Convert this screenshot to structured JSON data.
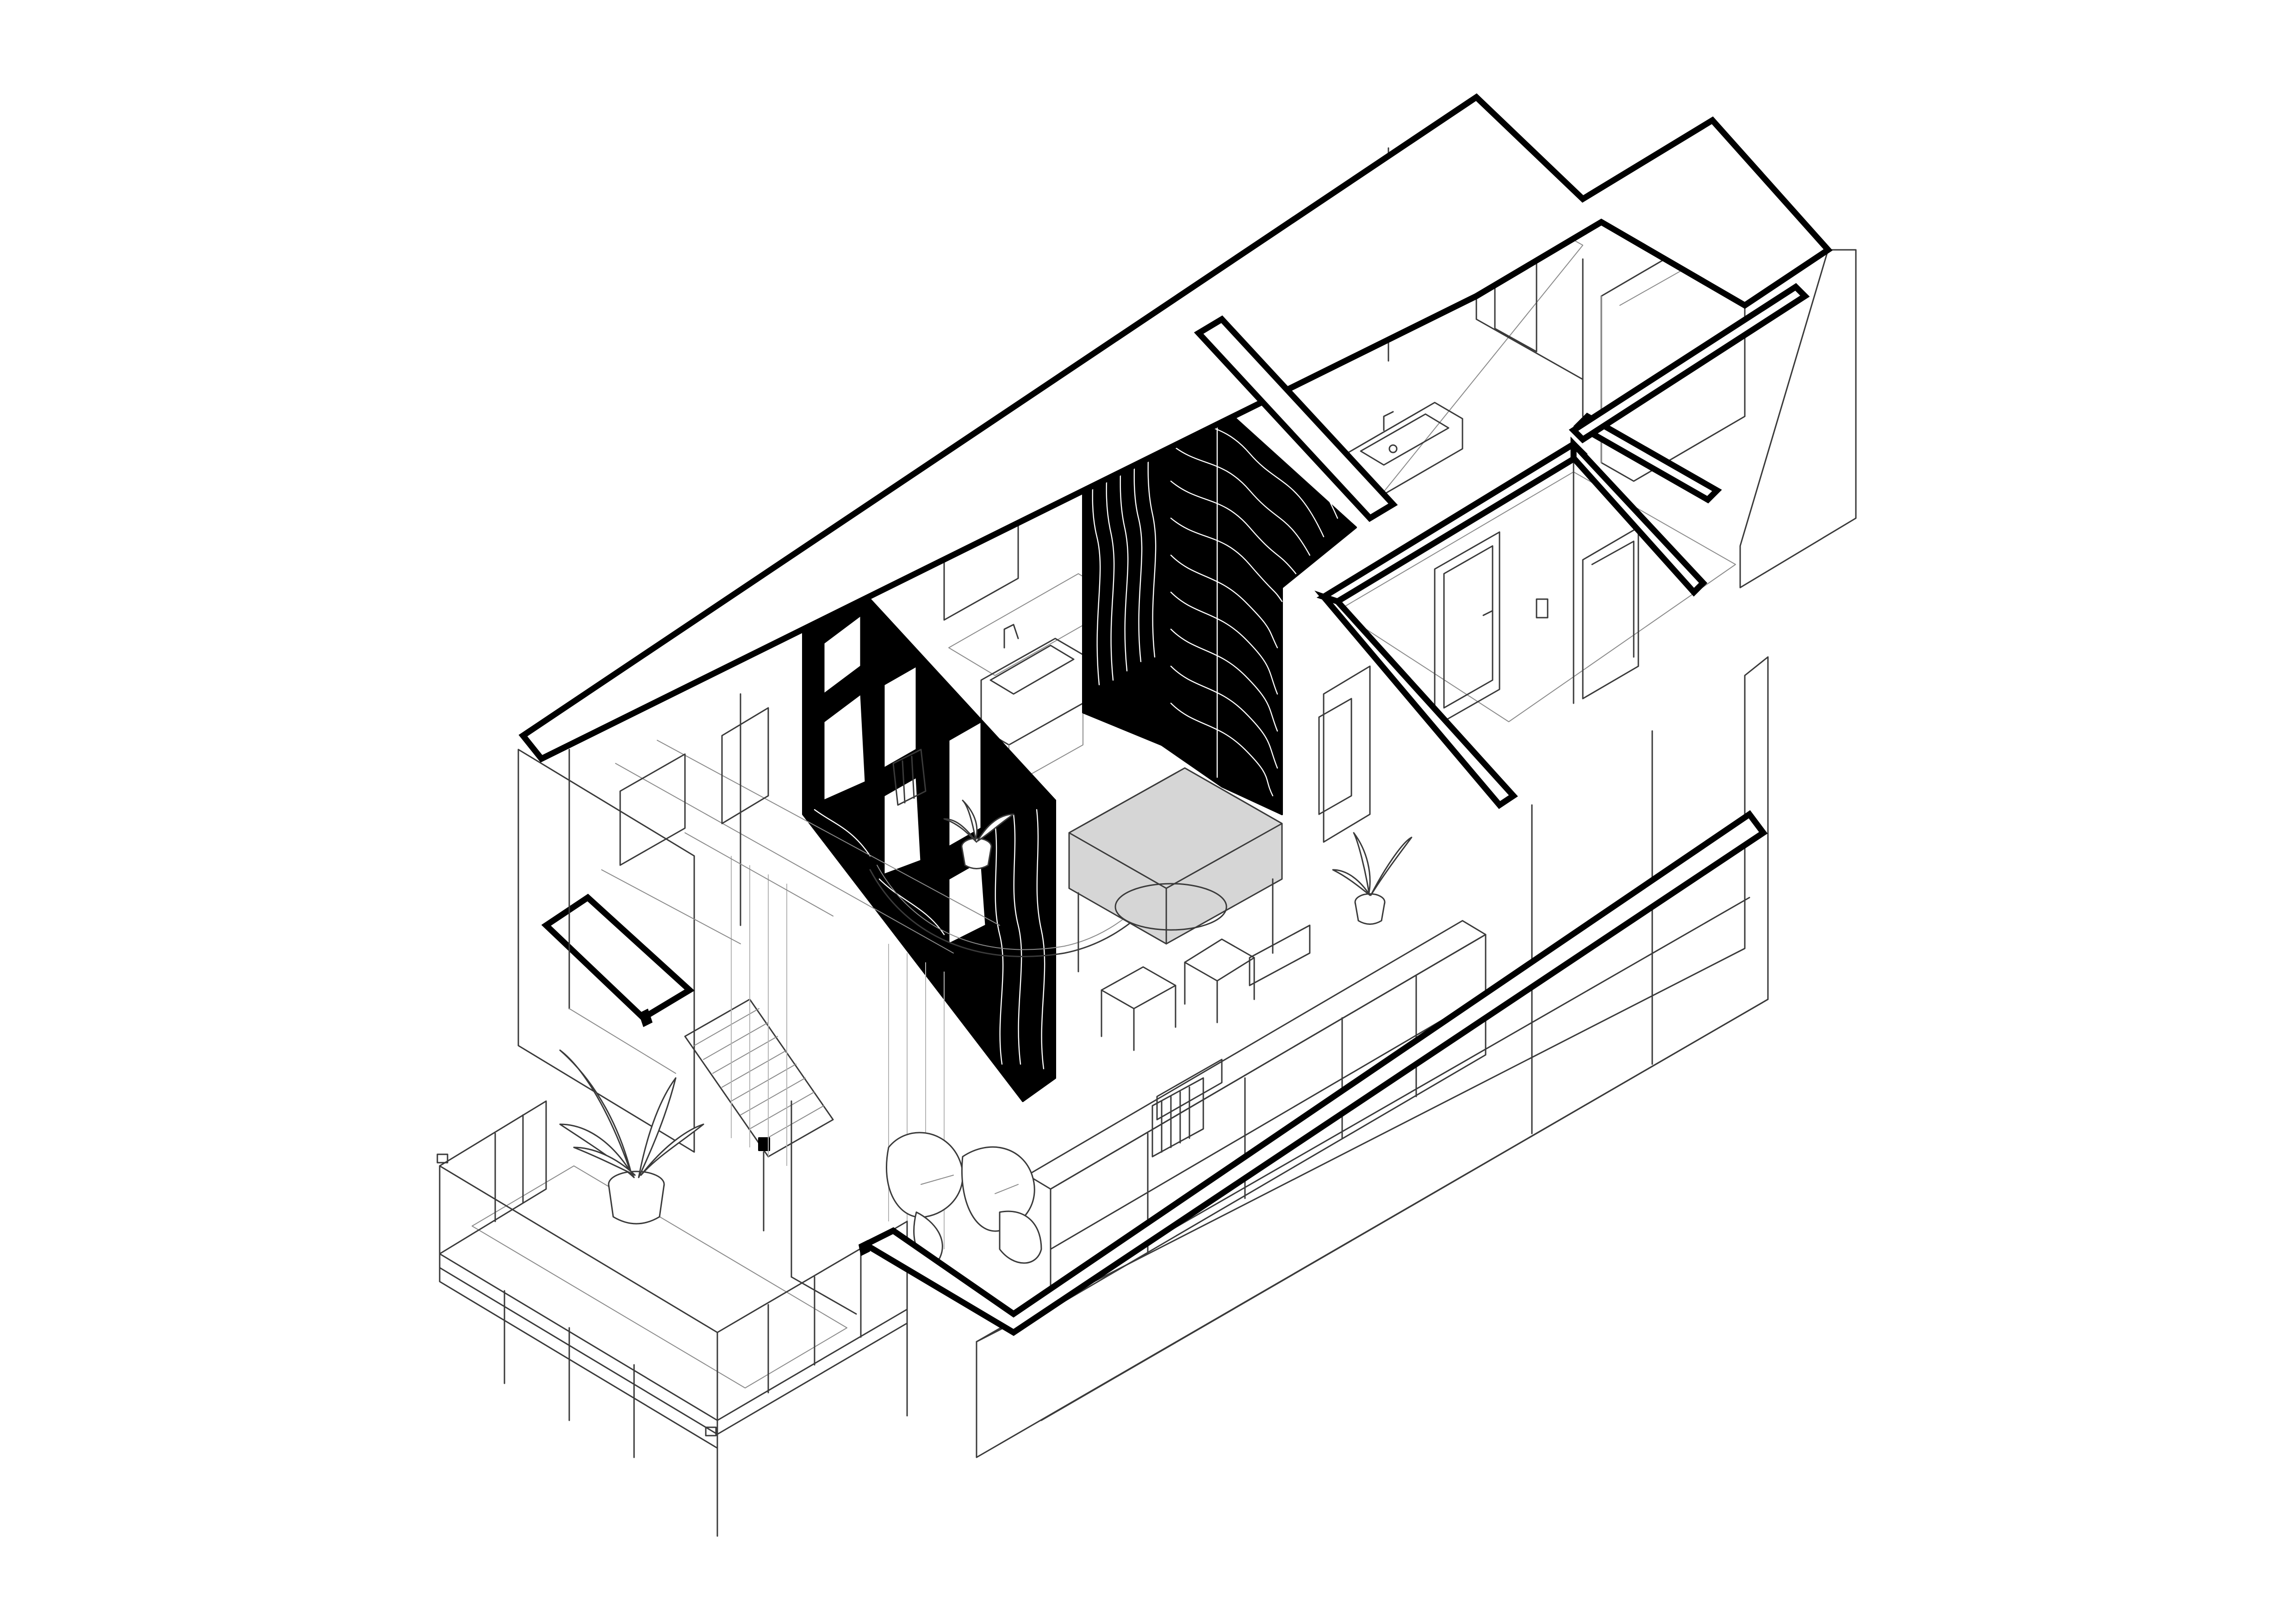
{
  "drawing": {
    "kind": "isometric-section",
    "palette": {
      "background": "#ffffff",
      "line": "#3a3a3a",
      "cut": "#000000",
      "wood-black": "#000000",
      "table-grey": "#d6d6d6"
    },
    "elements": [
      "outer-walls-cut",
      "bathroom",
      "entrance-hall",
      "black-wardrobe-block",
      "black-bookshelf-divider",
      "kitchenette-sink",
      "dining-table",
      "chairs",
      "low-shelving-unit",
      "balcony",
      "stairs",
      "potted-plants"
    ]
  }
}
